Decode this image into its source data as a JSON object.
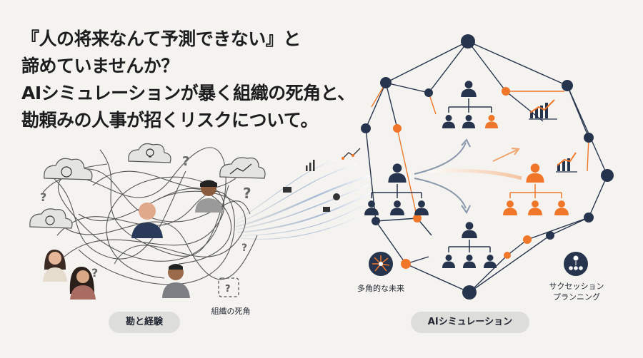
{
  "headline": {
    "line1": "『人の将来なんて予測できない』と",
    "line2": "諦めていませんか？",
    "line3": "AIシミュレーションが暴く組織の死角と、",
    "line4": "勘頼みの人事が招くリスクについて。"
  },
  "left_panel": {
    "label": "勘と経験",
    "blindspot_label": "組織の死角"
  },
  "right_panel": {
    "label": "AIシミュレーション",
    "multi_future_label": "多角的な未来",
    "succession_label_line1": "サクセッション",
    "succession_label_line2": "プランニング"
  },
  "colors": {
    "navy": "#27344d",
    "orange": "#f0772a",
    "pill_bg": "#ddddda",
    "background": "#f4f3ef"
  }
}
